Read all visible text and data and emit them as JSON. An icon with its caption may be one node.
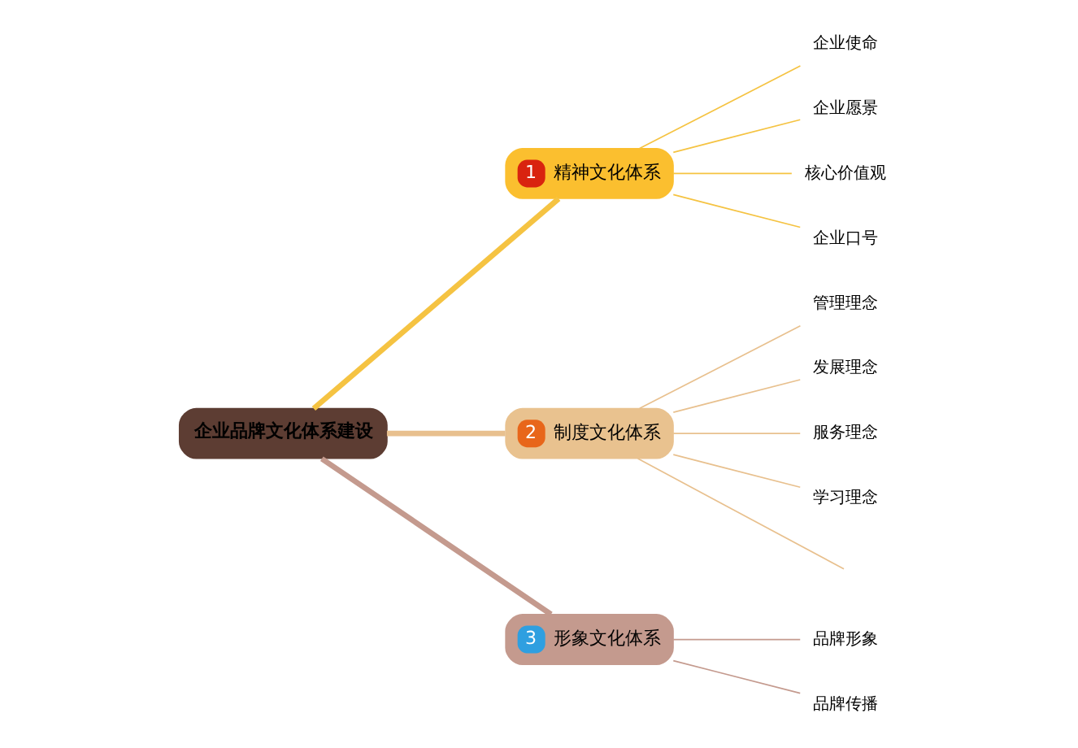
{
  "diagram": {
    "nodes": [
      {
        "text": [
          "企业品牌文化体系建设"
        ]
      },
      {
        "text": [
          "1",
          "精神文化体系"
        ]
      },
      {
        "text": [
          "企业使命"
        ]
      },
      {
        "text": [
          "企业愿景"
        ]
      },
      {
        "text": [
          "核心价值观"
        ]
      },
      {
        "text": [
          "企业口号"
        ]
      },
      {
        "text": [
          "2",
          "制度文化体系"
        ]
      },
      {
        "text": [
          "管理理念"
        ]
      },
      {
        "text": [
          "发展理念"
        ]
      },
      {
        "text": [
          "服务理念"
        ]
      },
      {
        "text": [
          "学习理念"
        ]
      },
      {
        "text": [
          "3",
          "形象文化体系"
        ]
      },
      {
        "text": [
          "品牌形象"
        ]
      },
      {
        "text": [
          "品牌传播"
        ]
      }
    ],
    "edges": [
      {
        "from": 0,
        "to": 1,
        "arrow": "none",
        "style": "thick",
        "color": "#f5c342"
      },
      {
        "from": 1,
        "to": 2,
        "arrow": "none",
        "color": "#f5c342"
      },
      {
        "from": 1,
        "to": 3,
        "arrow": "none",
        "color": "#f5c342"
      },
      {
        "from": 1,
        "to": 4,
        "arrow": "none",
        "color": "#f5c342"
      },
      {
        "from": 1,
        "to": 5,
        "arrow": "none",
        "color": "#f5c342"
      },
      {
        "from": 0,
        "to": 6,
        "arrow": "none",
        "style": "thick",
        "color": "#e8c08e"
      },
      {
        "from": 6,
        "to": 7,
        "arrow": "none",
        "color": "#e8c08e"
      },
      {
        "from": 6,
        "to": 8,
        "arrow": "none",
        "color": "#e8c08e"
      },
      {
        "from": 6,
        "to": 9,
        "arrow": "none",
        "color": "#e8c08e"
      },
      {
        "from": 6,
        "to": 10,
        "arrow": "none",
        "color": "#e8c08e"
      },
      {
        "from": 6,
        "to": null,
        "arrow": "none",
        "color": "#e8c08e"
      },
      {
        "from": 0,
        "to": 11,
        "arrow": "none",
        "style": "thick",
        "color": "#c49a8e"
      },
      {
        "from": 11,
        "to": 12,
        "arrow": "none",
        "color": "#c49a8e"
      },
      {
        "from": 11,
        "to": 13,
        "arrow": "none",
        "color": "#c49a8e"
      }
    ]
  }
}
